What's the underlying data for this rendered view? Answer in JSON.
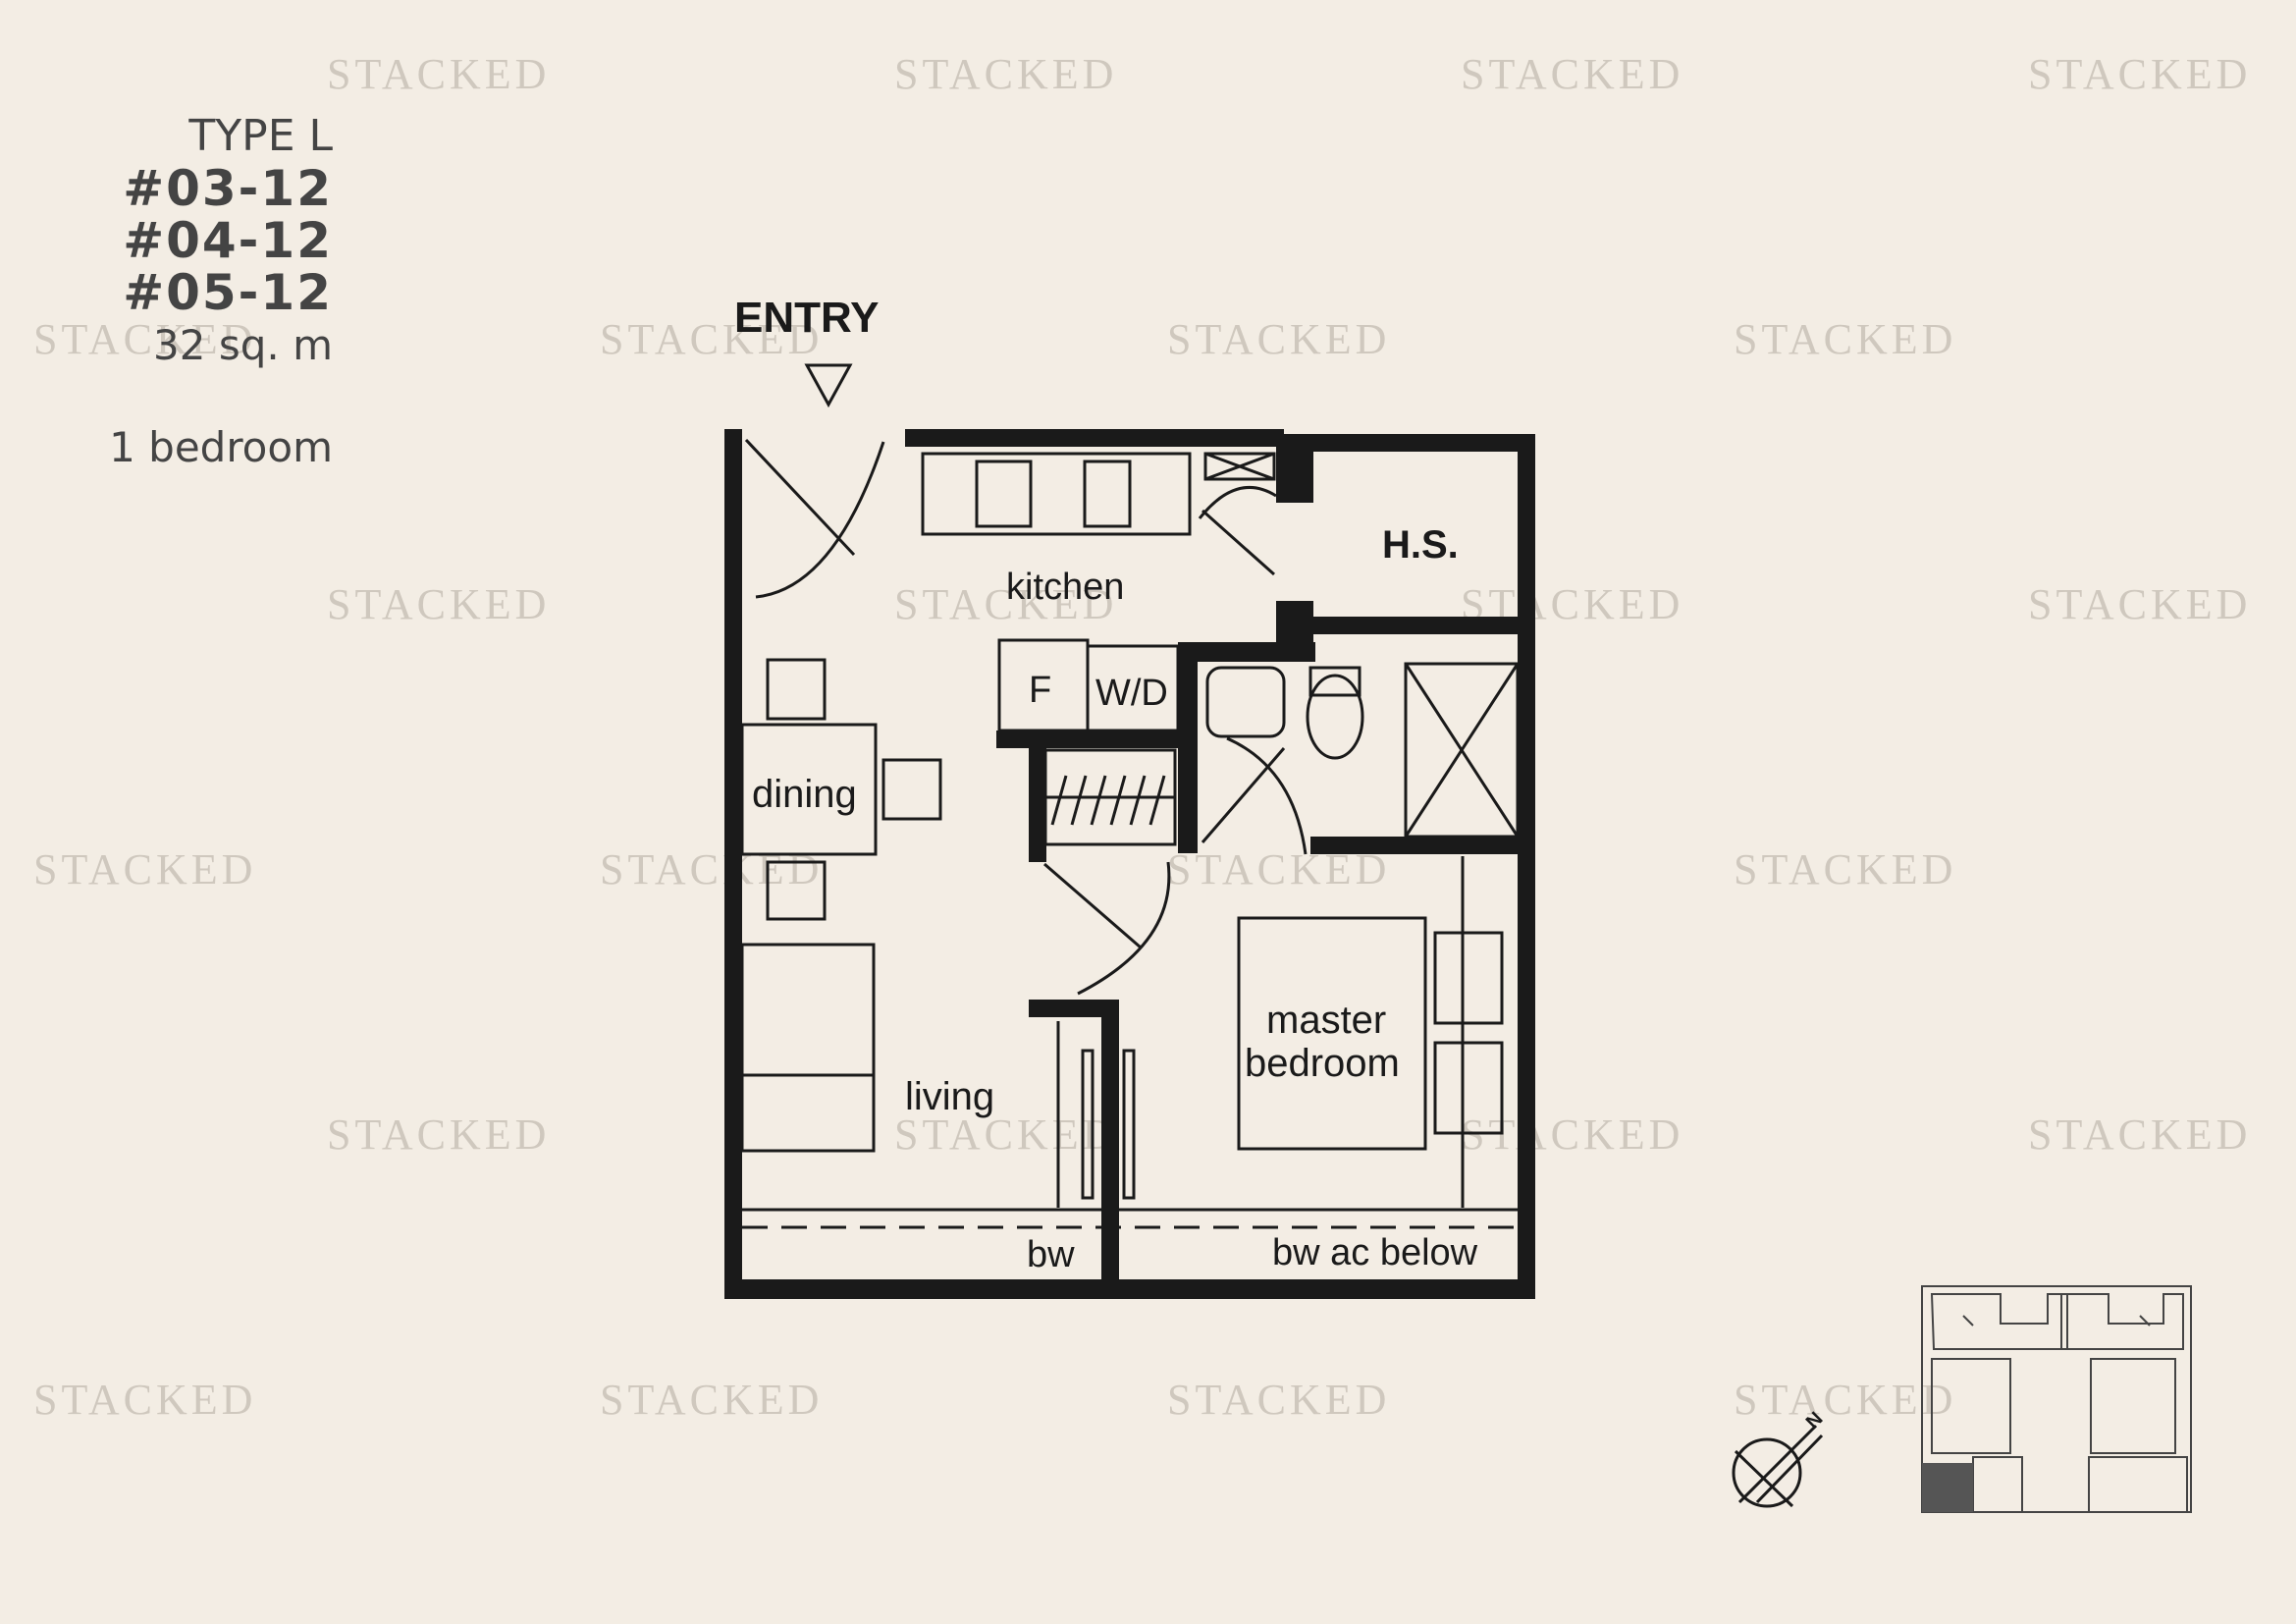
{
  "watermark": "STACKED",
  "unit_info": {
    "type": "TYPE L",
    "units": [
      "#03-12",
      "#04-12",
      "#05-12"
    ],
    "area": "32 sq. m",
    "bedrooms": "1 bedroom"
  },
  "labels": {
    "entry": "ENTRY",
    "kitchen": "kitchen",
    "hs": "H.S.",
    "fridge": "F",
    "washer_dryer": "W/D",
    "dining": "dining",
    "living": "living",
    "master_bedroom_1": "master",
    "master_bedroom_2": "bedroom",
    "bw": "bw",
    "bw_ac_below": "bw ac below",
    "north": "N"
  },
  "colors": {
    "background": "#f3ede4",
    "wall": "#1a1a1a",
    "watermark": "#cfc8be"
  }
}
